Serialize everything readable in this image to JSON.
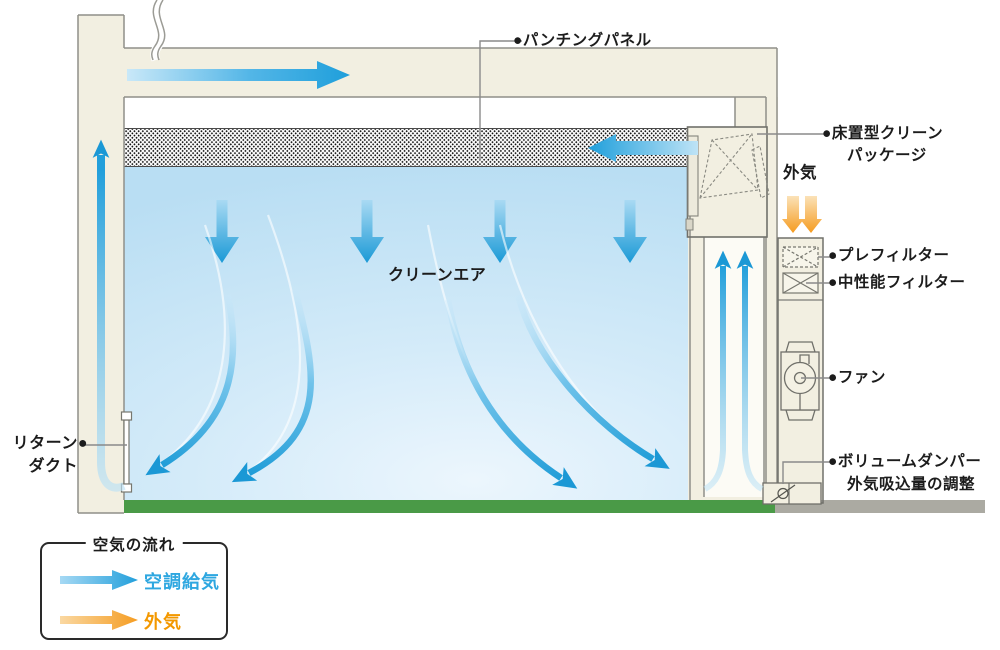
{
  "diagram": {
    "labels": {
      "punching_panel": "●パンチングパネル",
      "clean_package_l1": "●床置型クリーン",
      "clean_package_l2": "パッケージ",
      "outside_air": "外気",
      "pre_filter": "●プレフィルター",
      "mid_filter": "●中性能フィルター",
      "fan": "●ファン",
      "damper_l1": "●ボリュームダンパー",
      "damper_l2": "外気吸込量の調整",
      "return_duct_l1": "リターン●",
      "return_duct_l2": "ダクト",
      "clean_air": "クリーンエア"
    },
    "colors": {
      "supply_blue": "#29A9E0",
      "outside_orange": "#F39800",
      "structure_beige": "#F2EFE1",
      "floor_green": "#4A9A47",
      "floor_gray": "#ABAAA2",
      "room_light_blue": "#C9E6F8"
    }
  },
  "legend": {
    "title": "空気の流れ",
    "items": [
      {
        "label": "空調給気",
        "color": "#2EA7E0",
        "arrow": "blue-right-arrow"
      },
      {
        "label": "外気",
        "color": "#F39800",
        "arrow": "orange-right-arrow"
      }
    ]
  }
}
